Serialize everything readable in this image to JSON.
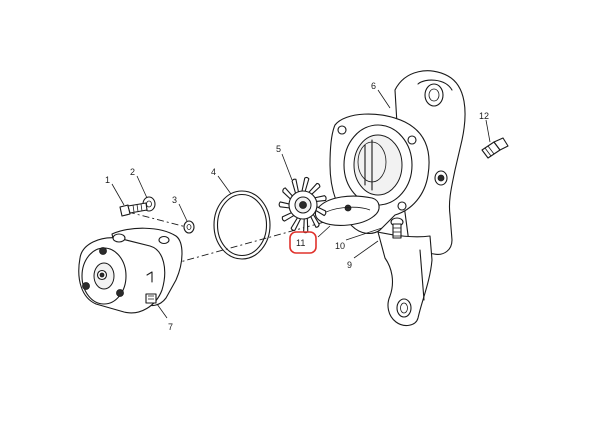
{
  "diagram": {
    "callouts": [
      {
        "id": "1",
        "text": "1"
      },
      {
        "id": "2",
        "text": "2"
      },
      {
        "id": "3",
        "text": "3"
      },
      {
        "id": "4",
        "text": "4"
      },
      {
        "id": "5",
        "text": "5"
      },
      {
        "id": "6",
        "text": "6"
      },
      {
        "id": "7",
        "text": "7"
      },
      {
        "id": "9",
        "text": "9"
      },
      {
        "id": "10",
        "text": "10"
      },
      {
        "id": "11",
        "text": "11"
      },
      {
        "id": "12",
        "text": "12"
      }
    ],
    "highlighted_callout": "11",
    "highlight_color": "#e0322c",
    "line_color": "#1a1a1a"
  }
}
